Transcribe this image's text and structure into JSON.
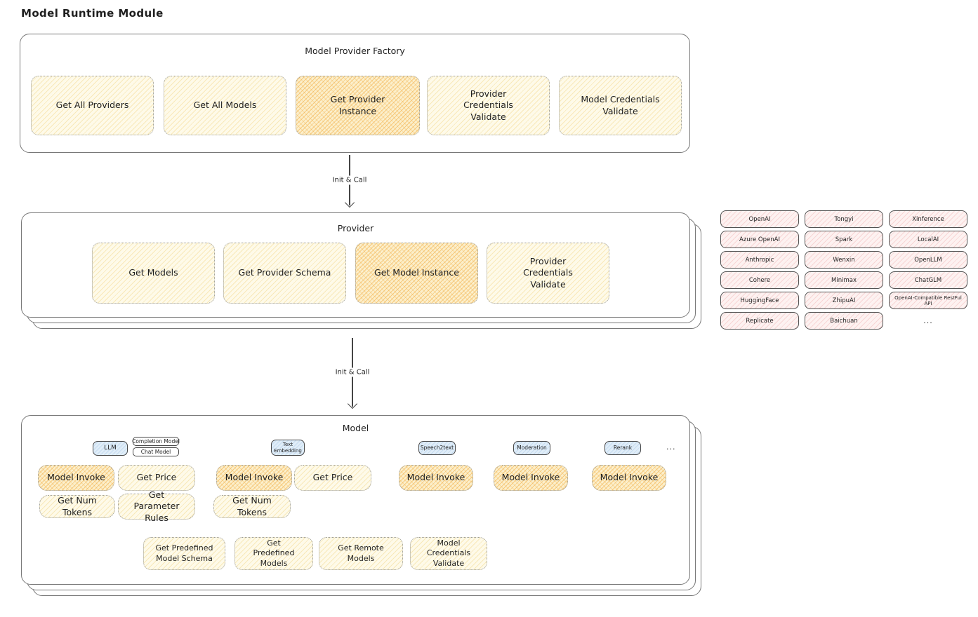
{
  "page_title": "Model Runtime Module",
  "palette": {
    "op_fill": "#fefae9",
    "op_highlight_fill": "#fcefcb",
    "op_hatch": "#f2ae42",
    "provider_pill_fill": "#fdf2f1",
    "provider_pill_hatch": "#e98b8b",
    "tab_fill": "#e0edf8",
    "panel_border": "#787878",
    "text": "#1f1f1f"
  },
  "factory": {
    "title": "Model Provider Factory",
    "items": [
      {
        "label": "Get All Providers",
        "highlighted": false
      },
      {
        "label": "Get All Models",
        "highlighted": false
      },
      {
        "label": "Get Provider Instance",
        "highlighted": true
      },
      {
        "label": "Provider Credentials Validate",
        "highlighted": false
      },
      {
        "label": "Model Credentials Validate",
        "highlighted": false
      }
    ]
  },
  "arrow1": {
    "label": "Init & Call"
  },
  "provider": {
    "title": "Provider",
    "items": [
      {
        "label": "Get Models",
        "highlighted": false
      },
      {
        "label": "Get Provider Schema",
        "highlighted": false
      },
      {
        "label": "Get Model Instance",
        "highlighted": true
      },
      {
        "label": "Provider Credentials Validate",
        "highlighted": false
      }
    ]
  },
  "providers_grid": {
    "cells": [
      "OpenAI",
      "Tongyi",
      "Xinference",
      "Azure OpenAI",
      "Spark",
      "LocalAI",
      "Anthropic",
      "Wenxin",
      "OpenLLM",
      "Cohere",
      "Minimax",
      "ChatGLM",
      "HuggingFace",
      "ZhipuAI",
      "OpenAI-Compatible RestFul API",
      "Replicate",
      "Baichuan"
    ],
    "more": "..."
  },
  "arrow2": {
    "label": "Init & Call"
  },
  "model": {
    "title": "Model",
    "tabs": {
      "llm": "LLM",
      "completion_model": "Completion Model",
      "chat_model": "Chat Model",
      "text_embedding": "Text Embedding",
      "speech2text": "Speech2text",
      "moderation": "Moderation",
      "rerank": "Rerank",
      "more": "..."
    },
    "llm_ops": {
      "invoke": "Model Invoke",
      "price": "Get Price",
      "tokens": "Get Num Tokens",
      "rules": "Get Parameter Rules"
    },
    "embedding_ops": {
      "invoke": "Model Invoke",
      "price": "Get Price",
      "tokens": "Get Num Tokens"
    },
    "speech2text_ops": {
      "invoke": "Model Invoke"
    },
    "moderation_ops": {
      "invoke": "Model Invoke"
    },
    "rerank_ops": {
      "invoke": "Model Invoke"
    },
    "bottom_ops": [
      "Get Predefined Model Schema",
      "Get Predefined Models",
      "Get Remote Models",
      "Model Credentials Validate"
    ]
  }
}
